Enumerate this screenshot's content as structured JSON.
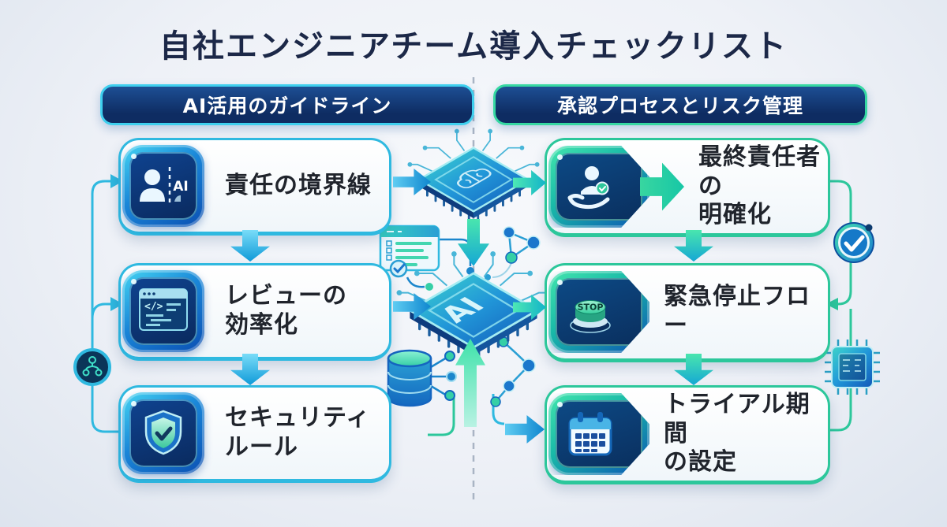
{
  "title": "自社エンジニアチーム導入チェックリスト",
  "left_column": {
    "header": "AI活用のガイドライン",
    "accent_color": "#2fb9e0",
    "items": [
      {
        "icon": "person-ai-boundary-icon",
        "icon_text": "AI",
        "label_line1": "責任の境界線",
        "label_line2": ""
      },
      {
        "icon": "code-review-window-icon",
        "label_line1": "レビューの",
        "label_line2": "効率化"
      },
      {
        "icon": "shield-check-icon",
        "label_line1": "セキュリティ",
        "label_line2": "ルール"
      }
    ]
  },
  "right_column": {
    "header": "承認プロセスとリスク管理",
    "accent_color": "#2cc79b",
    "items": [
      {
        "icon": "handover-approver-icon",
        "label_line1": "最終責任者の",
        "label_line2": "明確化"
      },
      {
        "icon": "stop-button-icon",
        "icon_text": "STOP",
        "label_line1": "緊急停止フロー",
        "label_line2": ""
      },
      {
        "icon": "calendar-icon",
        "label_line1": "トライアル期間",
        "label_line2": "の設定"
      }
    ]
  },
  "center": {
    "ai_chip_label": "AI",
    "decorations": [
      "ai-brain-chip-icon",
      "ai-chip-icon",
      "checklist-window-icon",
      "database-icon",
      "network-nodes-icon",
      "verified-badge-icon",
      "microchip-icon",
      "branch-node-icon"
    ]
  },
  "colors": {
    "background": "#eef1f7",
    "title_text": "#1c2848",
    "header_bg": "#0e2c62",
    "card_text": "#20242c",
    "left_accent": "#2fb9e0",
    "right_accent": "#2cc79b",
    "arrow_blue": "#0f86cf",
    "arrow_green": "#2fd6a4"
  }
}
